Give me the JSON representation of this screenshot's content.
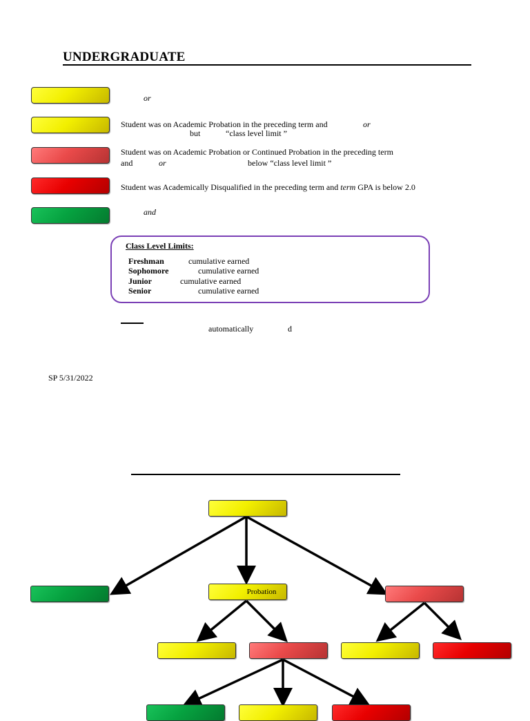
{
  "heading": "UNDERGRADUATE",
  "legend": {
    "row1": {
      "or": "or"
    },
    "row2": {
      "line1": "Student was on Academic Probation in the preceding term and",
      "or": "or",
      "but": "but",
      "limit": "“class level limit ”"
    },
    "row3": {
      "line1": "Student was on Academic Probation or Continued Probation in the preceding term",
      "and": "and",
      "or": "or",
      "limit": "below “class level limit ”"
    },
    "row4": {
      "line1": "Student was Academically Disqualified in the preceding term and",
      "term": "term",
      "line1b": "GPA is below 2.0"
    },
    "row5": {
      "and": "and"
    }
  },
  "class_limits": {
    "title": "Class Level Limits:",
    "levels": [
      {
        "name": "Freshman",
        "desc": "cumulative earned"
      },
      {
        "name": "Sophomore",
        "desc": "cumulative earned"
      },
      {
        "name": "Junior",
        "desc": "cumulative earned"
      },
      {
        "name": "Senior",
        "desc": "cumulative earned"
      }
    ]
  },
  "note": {
    "auto": "automatically",
    "d": "d"
  },
  "footer": "SP 5/31/2022",
  "flowchart": {
    "probation_label": "Probation"
  },
  "colors": {
    "yellow": "#f2ef00",
    "salmon": "#ea4a4a",
    "red": "#e80000",
    "green": "#06a240",
    "box_border": "#7a3fb5"
  }
}
